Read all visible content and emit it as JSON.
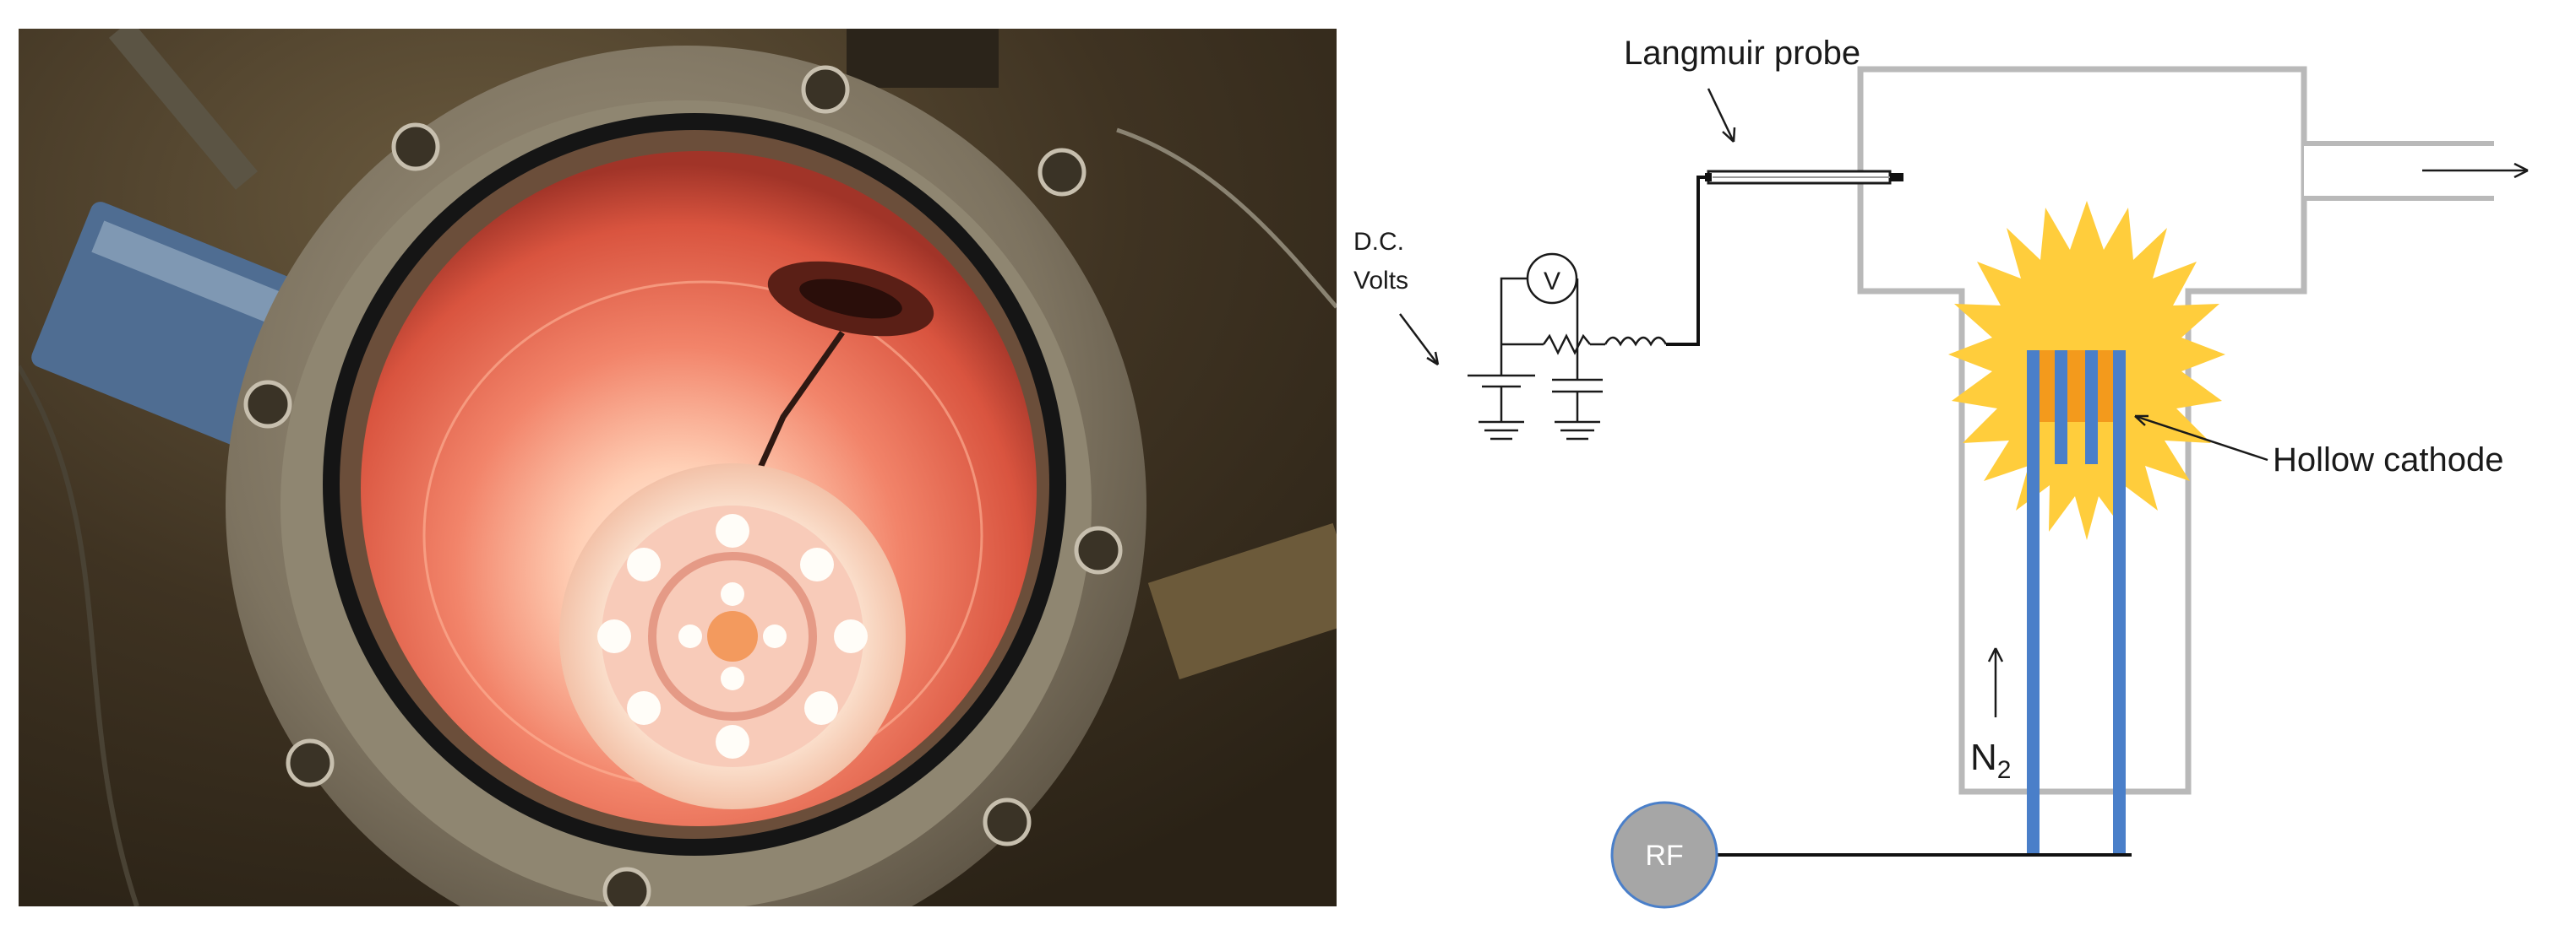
{
  "diagram": {
    "langmuir_probe": "Langmuir probe",
    "dc_volts_line1": "D.C.",
    "dc_volts_line2": "Volts",
    "voltmeter": "V",
    "hollow_cathode": "Hollow cathode",
    "gas_symbol": "N",
    "gas_subscript": "2",
    "rf_source": "RF"
  },
  "colors": {
    "chamber_wall": "#b9b9b9",
    "plasma_glow": "#ffcd3c",
    "cathode_tube": "#4a7fc9",
    "cathode_insert": "#f39a1c",
    "rf_circle": "#a6a6a6",
    "wire": "#111111"
  }
}
